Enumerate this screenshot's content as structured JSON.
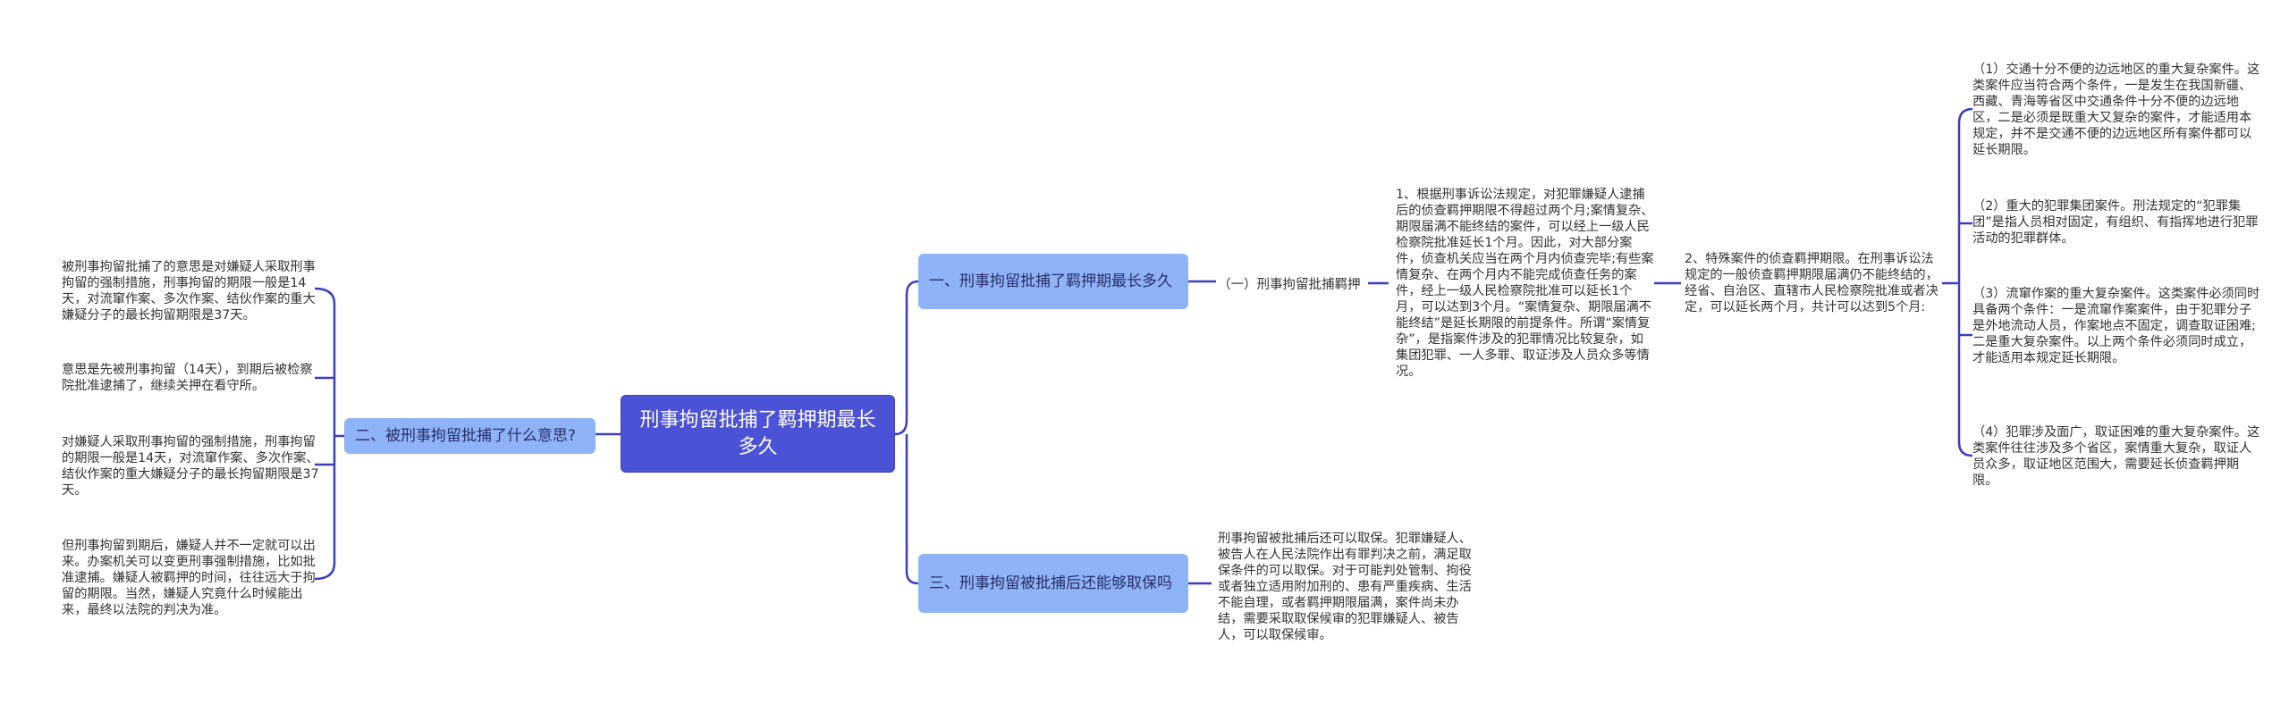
{
  "root": {
    "title": "刑事拘留批捕了羁押期最长多久"
  },
  "left": {
    "branch": "二、被刑事拘留批捕了什么意思?",
    "items": [
      "被刑事拘留批捕了的意思是对嫌疑人采取刑事拘留的强制措施，刑事拘留的期限一般是14天，对流窜作案、多次作案、结伙作案的重大嫌疑分子的最长拘留期限是37天。",
      "意思是先被刑事拘留（14天），到期后被检察院批准逮捕了，继续关押在看守所。",
      "对嫌疑人采取刑事拘留的强制措施，刑事拘留的期限一般是14天，对流窜作案、多次作案、结伙作案的重大嫌疑分子的最长拘留期限是37天。",
      "但刑事拘留到期后，嫌疑人并不一定就可以出来。办案机关可以变更刑事强制措施，比如批准逮捕。嫌疑人被羁押的时间，往往远大于拘留的期限。当然，嫌疑人究竟什么时候能出来，最终以法院的判决为准。"
    ]
  },
  "right1": {
    "branch": "一、刑事拘留批捕了羁押期最长多久",
    "sub": "（一）刑事拘留批捕羁押",
    "point1": "1、根据刑事诉讼法规定，对犯罪嫌疑人逮捕后的侦查羁押期限不得超过两个月;案情复杂、期限届满不能终结的案件，可以经上一级人民检察院批准延长1个月。因此，对大部分案件，侦查机关应当在两个月内侦查完毕;有些案情复杂、在两个月内不能完成侦查任务的案件，经上一级人民检察院批准可以延长1个月，可以达到3个月。“案情复杂、期限届满不能终结”是延长期限的前提条件。所谓“案情复杂”，是指案件涉及的犯罪情况比较复杂，如集团犯罪、一人多罪、取证涉及人员众多等情况。",
    "point2": "2、特殊案件的侦查羁押期限。在刑事诉讼法规定的一般侦查羁押期限届满仍不能终结的，经省、自治区、直辖市人民检察院批准或者决定，可以延长两个月，共计可以达到5个月:",
    "cases": [
      "（1）交通十分不便的边远地区的重大复杂案件。这类案件应当符合两个条件，一是发生在我国新疆、西藏、青海等省区中交通条件十分不便的边远地区，二是必须是既重大又复杂的案件，才能适用本规定，并不是交通不便的边远地区所有案件都可以延长期限。",
      "（2）重大的犯罪集团案件。刑法规定的“犯罪集团”是指人员相对固定，有组织、有指挥地进行犯罪活动的犯罪群体。",
      "（3）流窜作案的重大复杂案件。这类案件必须同时具备两个条件：一是流窜作案案件，由于犯罪分子是外地流动人员，作案地点不固定，调查取证困难;二是重大复杂案件。以上两个条件必须同时成立，才能适用本规定延长期限。",
      "（4）犯罪涉及面广，取证困难的重大复杂案件。这类案件往往涉及多个省区，案情重大复杂，取证人员众多，取证地区范围大，需要延长侦查羁押期限。"
    ]
  },
  "right3": {
    "branch": "三、刑事拘留被批捕后还能够取保吗",
    "text": "刑事拘留被批捕后还可以取保。犯罪嫌疑人、被告人在人民法院作出有罪判决之前，满足取保条件的可以取保。对于可能判处管制、拘役或者独立适用附加刑的、患有严重疾病、生活不能自理，或者羁押期限届满，案件尚未办结，需要采取取保候审的犯罪嫌疑人、被告人，可以取保候审。"
  },
  "colors": {
    "root": "#4c52d6",
    "branch": "#8eb3f6",
    "line": "#3a3fbf"
  }
}
